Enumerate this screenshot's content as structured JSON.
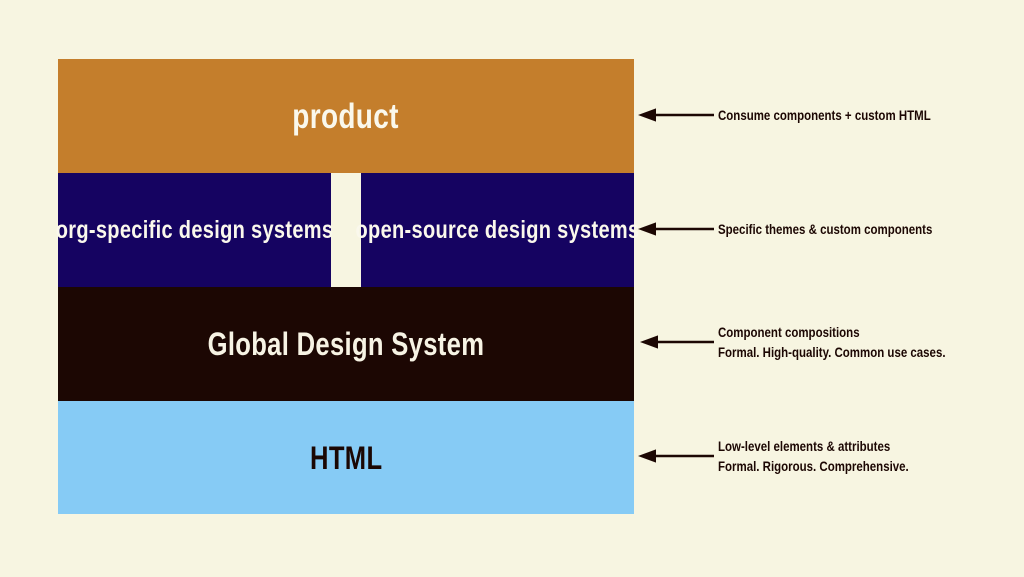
{
  "diagram": {
    "title": "Global Design System layer stack",
    "background_color": "#f7f5e1",
    "layers": [
      {
        "id": "product",
        "label": "product",
        "fill_color": "#c47e2c",
        "text_color": "#faf8ec",
        "annotation": [
          "Consume components + custom HTML"
        ]
      },
      {
        "id": "design-systems",
        "label_left": "org-specific design systems",
        "label_right": "open-source design systems",
        "fill_color": "#150361",
        "text_color": "#faf8ec",
        "annotation": [
          "Specific themes & custom components"
        ]
      },
      {
        "id": "global-design-system",
        "label": "Global Design System",
        "fill_color": "#1c0703",
        "text_color": "#f7f3e4",
        "annotation": [
          "Component compositions",
          "Formal. High-quality. Common use cases."
        ]
      },
      {
        "id": "html",
        "label": "HTML",
        "fill_color": "#86cbf5",
        "text_color": "#1b0703",
        "annotation": [
          "Low-level elements & attributes",
          "Formal. Rigorous. Comprehensive."
        ]
      }
    ],
    "annotations": {
      "product": {
        "line1": "Consume components + custom HTML"
      },
      "design_systems": {
        "line1": "Specific themes & custom components"
      },
      "global_design_system": {
        "line1": "Component compositions",
        "line2": "Formal. High-quality. Common use cases."
      },
      "html": {
        "line1": "Low-level elements & attributes",
        "line2": "Formal. Rigorous. Comprehensive."
      }
    },
    "arrow": {
      "icon": "arrow-left-icon",
      "color": "#1c0703",
      "direction": "left"
    }
  }
}
